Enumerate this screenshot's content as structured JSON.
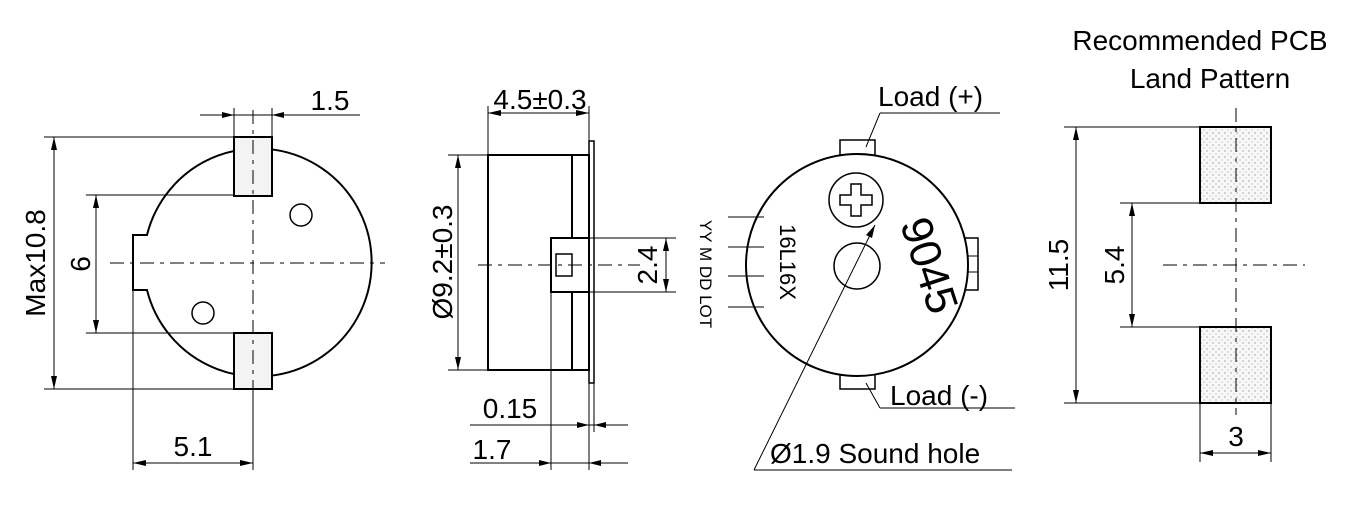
{
  "dims": {
    "pin_width": "1.5",
    "max_height": "Max10.8",
    "pin_spacing": "6",
    "pin_offset": "5.1",
    "thickness": "4.5±0.3",
    "diameter": "Ø9.2±0.3",
    "tab_height": "2.4",
    "flange": "0.15",
    "standoff": "1.7",
    "pcb_span": "11.5",
    "pcb_gap": "5.4",
    "pad_width": "3"
  },
  "labels": {
    "load_plus": "Load (+)",
    "load_minus": "Load (-)",
    "sound_hole": "Ø1.9 Sound hole",
    "marking_part": "16L16X",
    "marking_lot": "YY M DD LOT",
    "marking_code": "9045",
    "pcb_title_1": "Recommended PCB",
    "pcb_title_2": "Land Pattern"
  }
}
